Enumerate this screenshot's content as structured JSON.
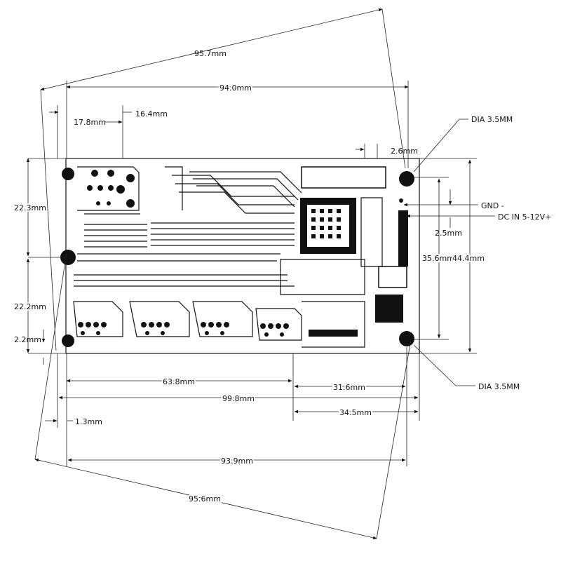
{
  "dimensions": {
    "diag_top": "95.7mm",
    "width_top": "94.0mm",
    "left_offset_a": "17.8mm",
    "left_offset_b": "16.4mm",
    "right_offset_top": "2.6mm",
    "height_upper": "22.3mm",
    "height_lower": "22.2mm",
    "height_small": "2.2mm",
    "mount_span": "35.6mm",
    "total_height": "44.4mm",
    "gnd_offset": "2.5mm",
    "bottom_left": "63.8mm",
    "bottom_right": "31.6mm",
    "overall_width": "99.8mm",
    "right_span": "34.5mm",
    "left_small": "1.3mm",
    "width_bottom": "93.9mm",
    "diag_bottom": "95.6mm"
  },
  "callouts": {
    "hole_top": "DIA 3.5MM",
    "hole_bottom": "DIA 3.5MM",
    "gnd": "GND -",
    "dc_in": "DC IN 5-12V+"
  }
}
